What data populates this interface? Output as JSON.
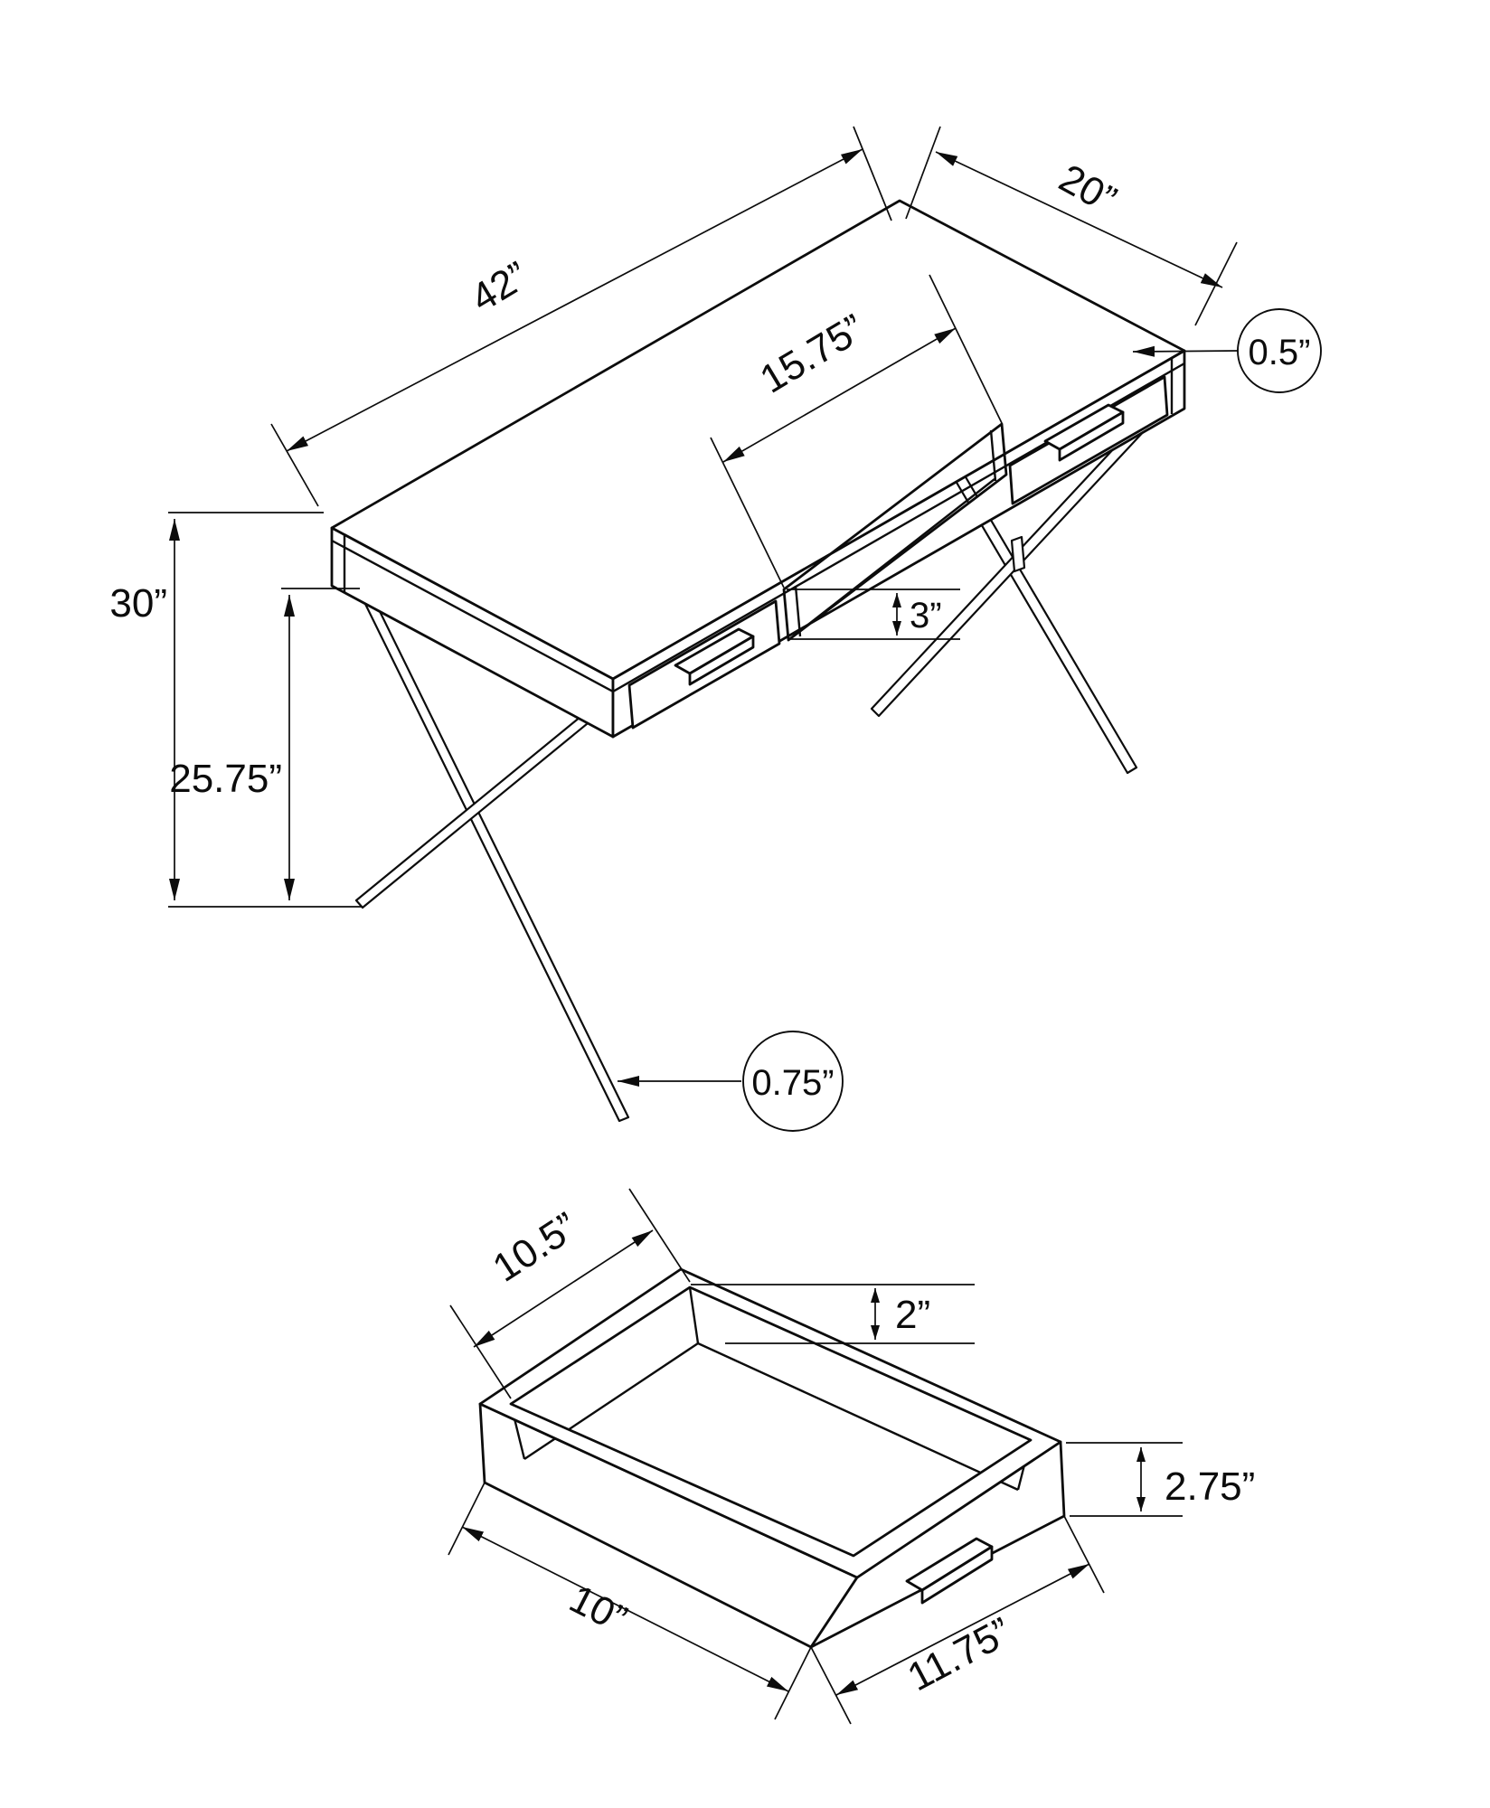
{
  "page": {
    "background": "#ffffff",
    "ink": "#0c0c0c"
  },
  "dims": {
    "desk_width": "42”",
    "desk_depth": "20”",
    "desk_top_thickness": "0.5”",
    "shelf_opening_width": "15.75”",
    "shelf_opening_height": "3”",
    "desk_height": "30”",
    "desk_clearance": "25.75”",
    "leg_tube": "0.75”",
    "drawer_inner_depth": "10.5”",
    "drawer_inner_height": "2”",
    "drawer_front_height": "2.75”",
    "drawer_bottom_depth": "10”",
    "drawer_front_width": "11.75”"
  }
}
